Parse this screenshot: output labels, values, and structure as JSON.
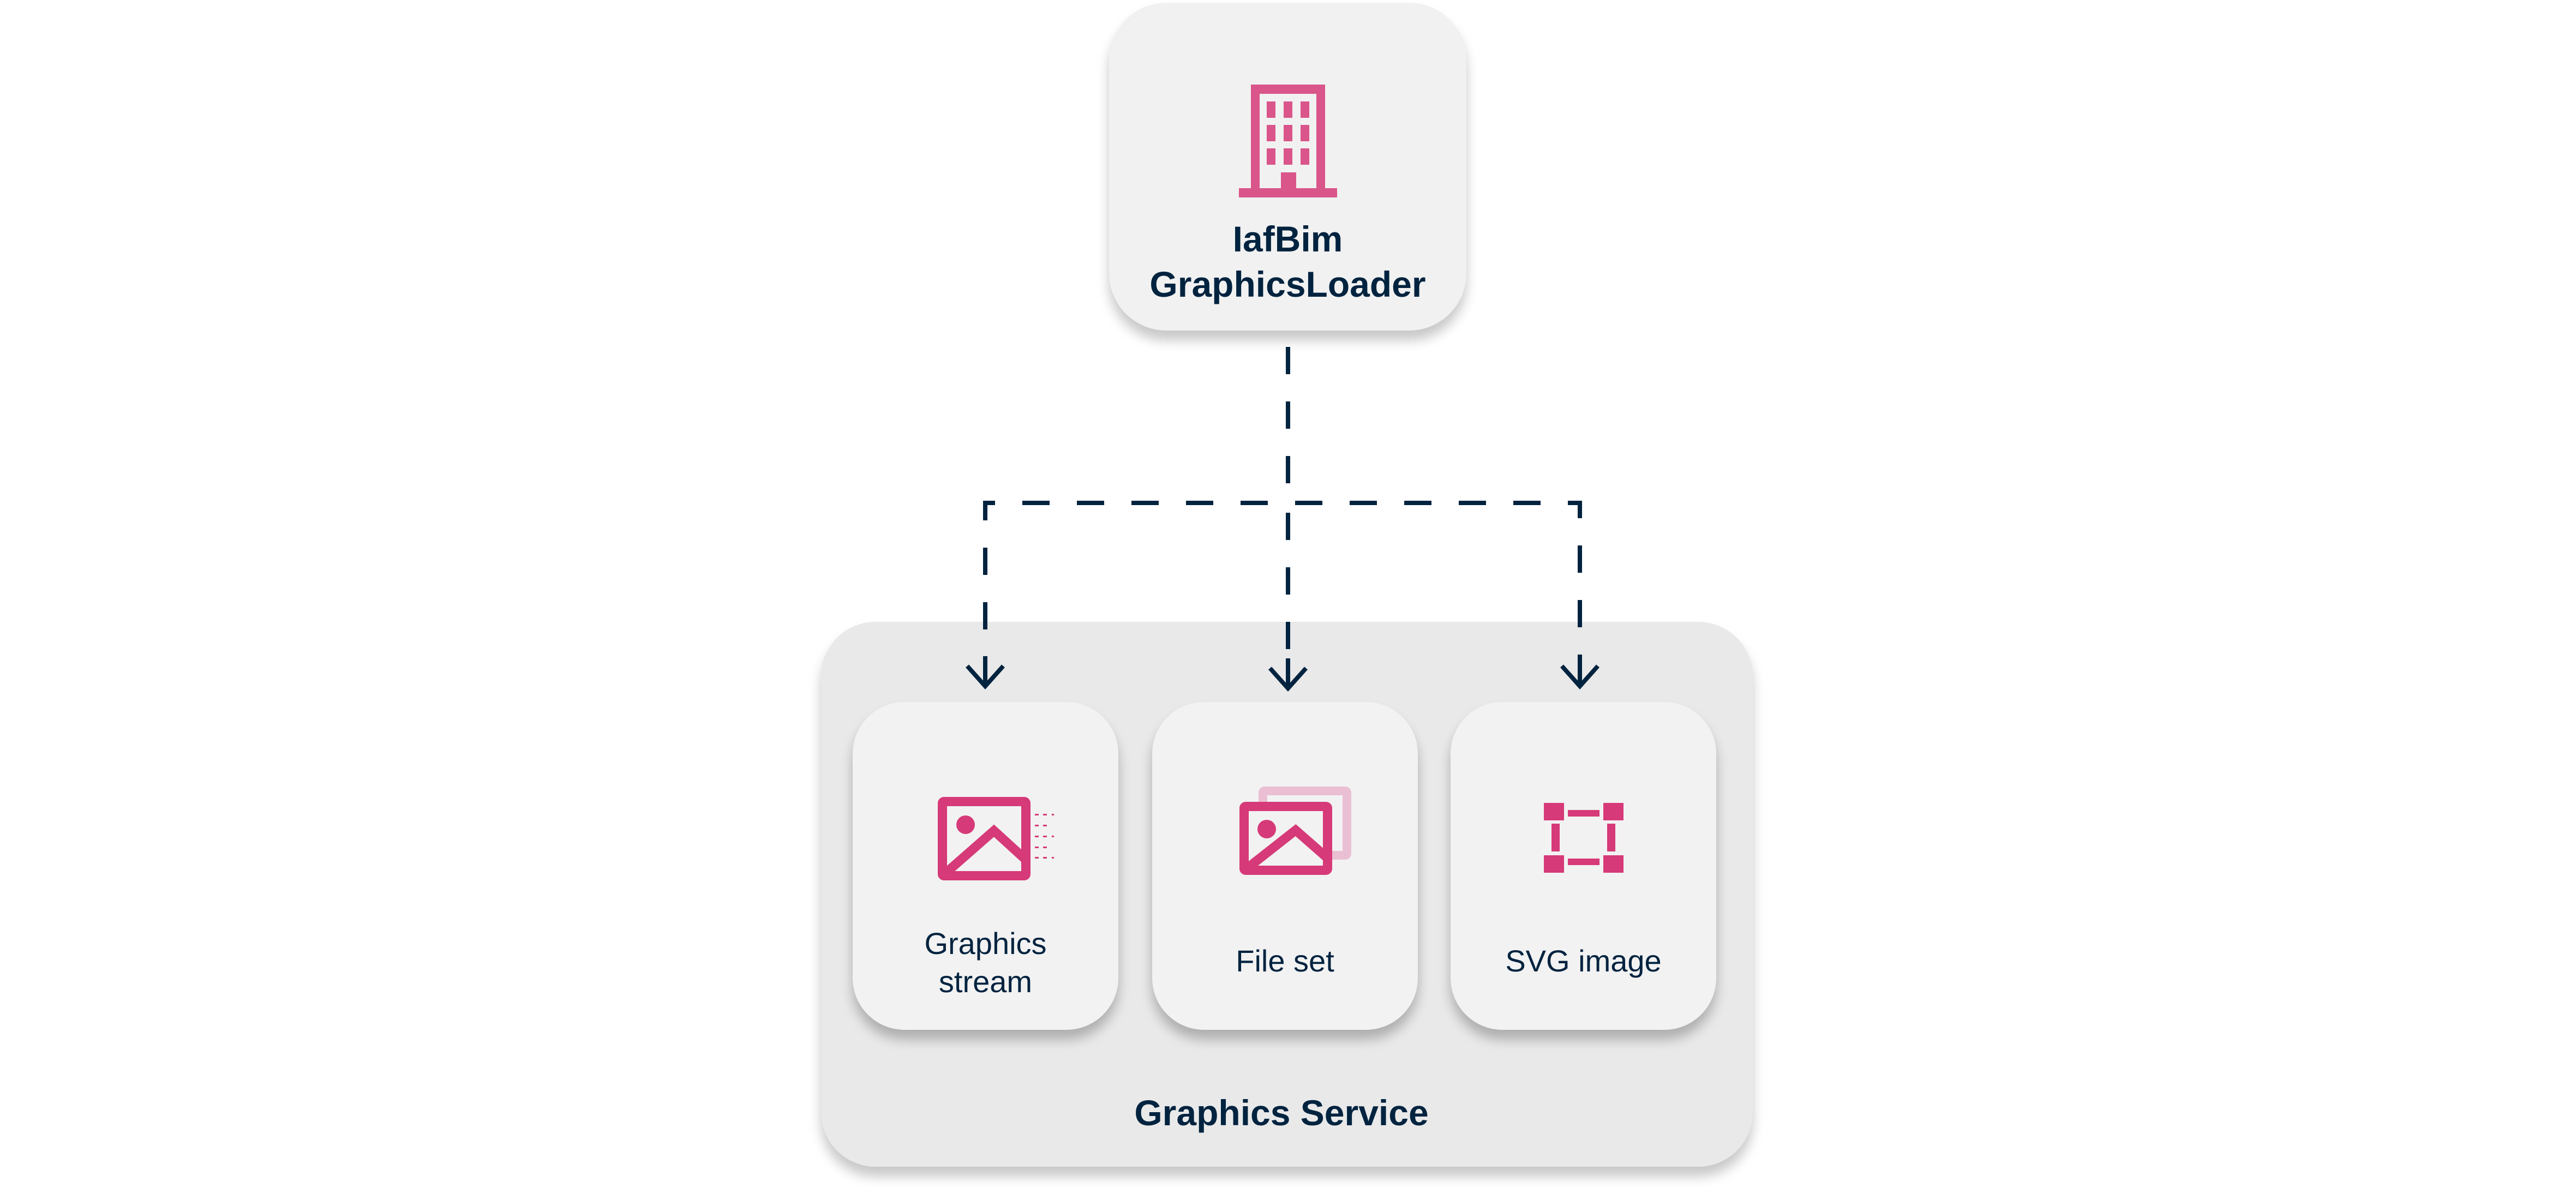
{
  "diagram": {
    "loader": {
      "title_line1": "IafBim",
      "title_line2": "GraphicsLoader",
      "icon": "building-icon"
    },
    "service": {
      "title": "Graphics Service",
      "cards": [
        {
          "label_line1": "Graphics",
          "label_line2": "stream",
          "icon": "image-stream-icon"
        },
        {
          "label_line1": "File set",
          "label_line2": "",
          "icon": "image-stack-icon"
        },
        {
          "label_line1": "SVG image",
          "label_line2": "",
          "icon": "vector-shape-icon"
        }
      ]
    },
    "edges": [
      {
        "from": "IafBim GraphicsLoader",
        "to": "Graphics stream",
        "style": "dashed-arrow"
      },
      {
        "from": "IafBim GraphicsLoader",
        "to": "File set",
        "style": "dashed-arrow"
      },
      {
        "from": "IafBim GraphicsLoader",
        "to": "SVG image",
        "style": "dashed-arrow"
      }
    ],
    "colors": {
      "accent": "#d63a78",
      "accent_light": "#ebbfd3",
      "building": "#d9558a",
      "text": "#00233f",
      "connector": "#00233f",
      "box_fill": "#f2f2f2",
      "container_fill": "#e9e9e9"
    }
  }
}
